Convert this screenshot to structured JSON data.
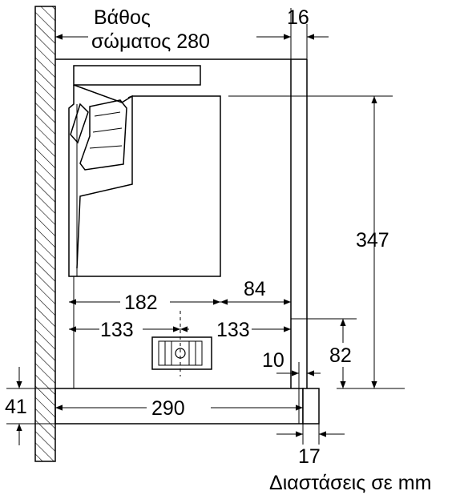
{
  "labels": {
    "depth_line1": "Βάθος",
    "depth_line2": "σώματος 280",
    "d16": "16",
    "d347": "347",
    "d182": "182",
    "d84": "84",
    "d133_left": "133",
    "d133_right": "133",
    "d82": "82",
    "d10": "10",
    "d41": "41",
    "d290": "290",
    "d17": "17",
    "units_note": "Διαστάσεις σε mm"
  }
}
